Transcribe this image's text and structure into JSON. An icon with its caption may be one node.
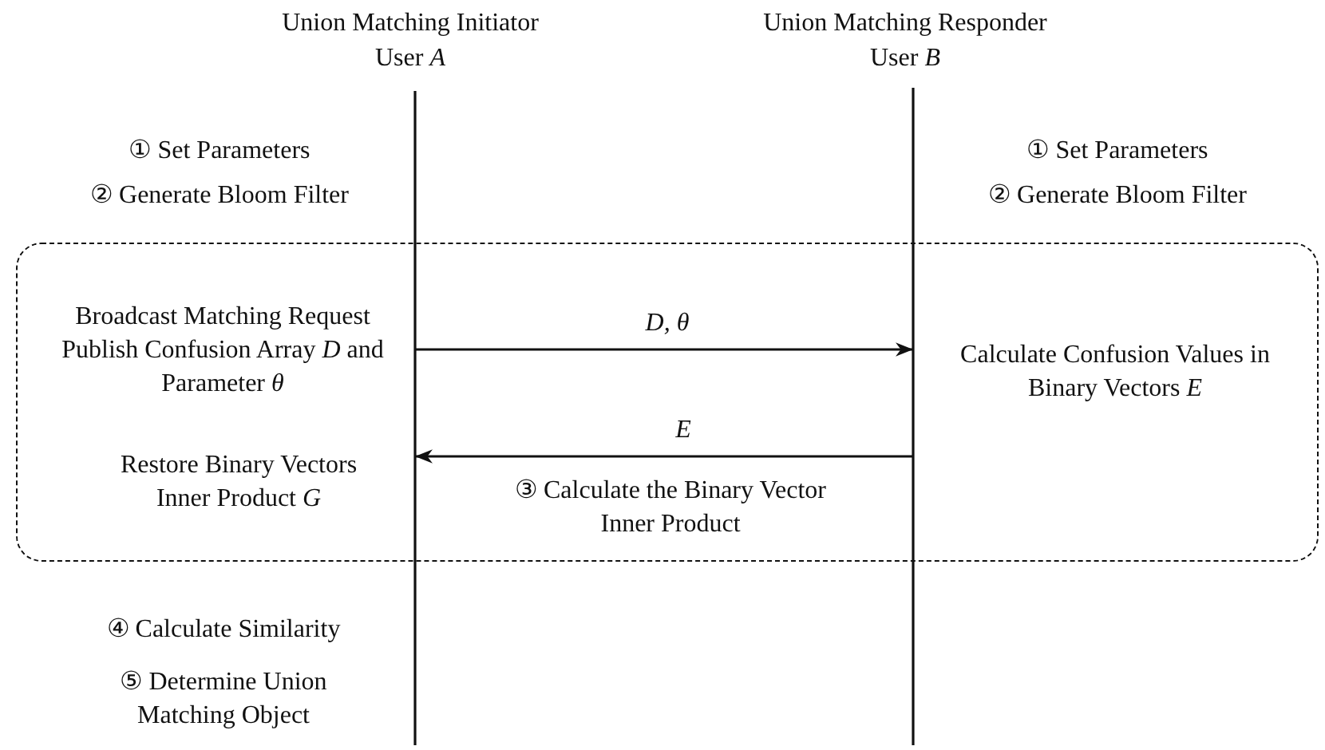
{
  "diagram": {
    "nodes": [
      {
        "text": [],
        "shape": "box"
      },
      {
        "text": [
          "Broadcast Matching Request",
          "Publish Confusion Array *D* and Parameter *θ*"
        ],
        "in": 0
      },
      {
        "text": [
          "Calculate Confusion Values in Binary Vectors *E*"
        ],
        "in": 0
      },
      {
        "text": [
          "Restore Binary Vectors Inner Product *G*"
        ],
        "in": 0
      }
    ],
    "edges": [
      {
        "from": 1,
        "to": 2,
        "arrow": "to",
        "label": "D, θ"
      },
      {
        "from": 2,
        "to": 3,
        "arrow": "to",
        "label": "E"
      }
    ],
    "labels": [
      "Union Matching Initiator",
      "User *A*",
      "Union Matching Responder",
      "User *B*",
      "① Set Parameters",
      "① Set Parameters",
      "② Generate Bloom Filter",
      "② Generate Bloom Filter",
      "③ Calculate the Binary Vector Inner Product",
      "④ Calculate Similarity",
      "⑤ Determine Union Matching Object"
    ]
  }
}
